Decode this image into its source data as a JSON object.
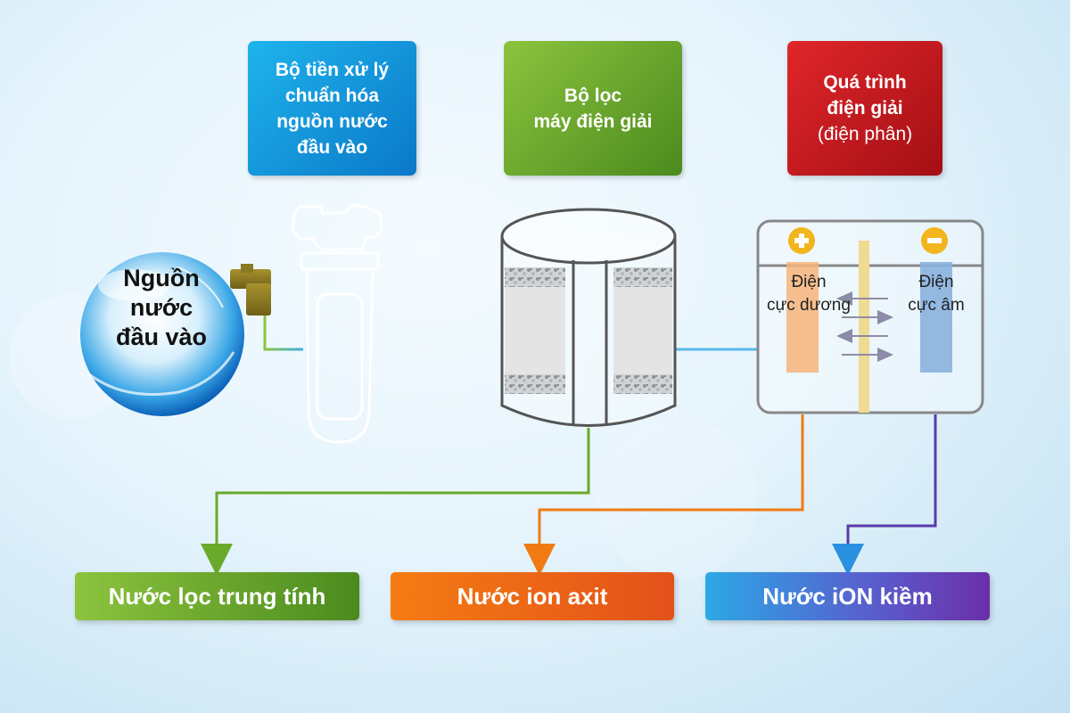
{
  "headers": {
    "pretreatment": [
      "Bộ tiền xử lý",
      "chuẩn hóa",
      "nguồn nước",
      "đầu vào"
    ],
    "filter": [
      "Bộ lọc",
      "máy điện giải"
    ],
    "electrolysis": [
      "Quá trình",
      "điện giải",
      "(điện phân)"
    ]
  },
  "source_label": [
    "Nguồn",
    "nước",
    "đầu vào"
  ],
  "electrodes": {
    "positive": [
      "Điện",
      "cực dương"
    ],
    "negative": [
      "Điện",
      "cực âm"
    ],
    "positive_symbol": "+",
    "negative_symbol": "−"
  },
  "outputs": {
    "neutral": "Nước lọc trung tính",
    "acid": "Nước ion axit",
    "alkaline": "Nước iON kiềm"
  },
  "colors": {
    "blue": "#0a78c8",
    "green": "#5a9a24",
    "red": "#c0161b",
    "orange": "#e85f14",
    "purple": "#5a3aa8"
  }
}
